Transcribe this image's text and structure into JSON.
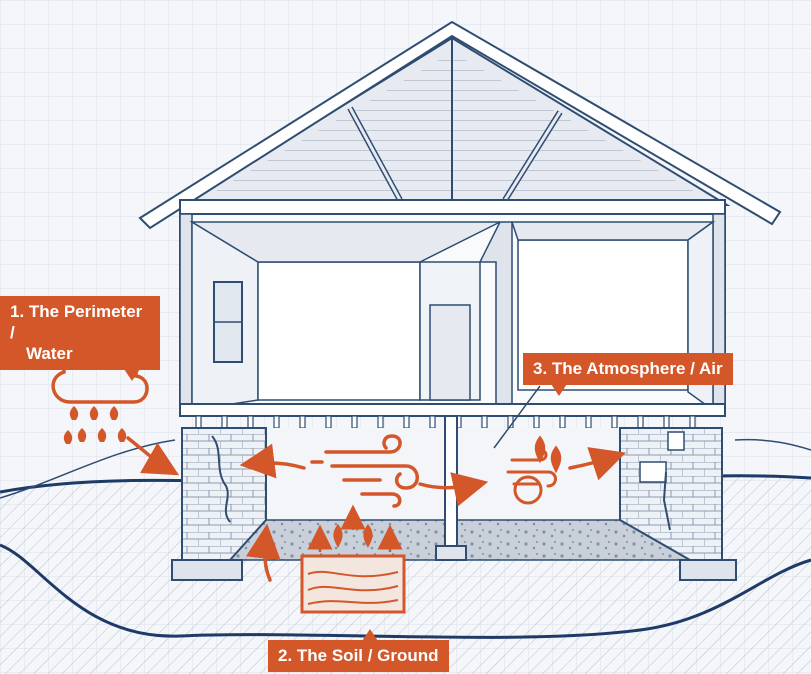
{
  "callouts": {
    "perimeter": {
      "line1": "1. The Perimeter /",
      "line2": "Water"
    },
    "soil": {
      "text": "2. The Soil / Ground"
    },
    "atmosphere": {
      "text": "3. The Atmosphere / Air"
    }
  },
  "icons": {
    "perimeter": "rain-cloud-icon",
    "soil": "soil-moisture-icon",
    "atmosphere": "humid-air-icon",
    "airflow": "wind-icon"
  },
  "colors": {
    "accent": "#d4572a",
    "line": "#2f4d72",
    "ground": "#1e3a66",
    "background": "#f4f6f9"
  }
}
